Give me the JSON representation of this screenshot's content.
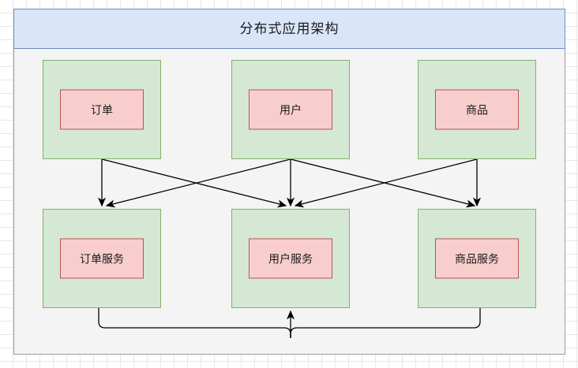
{
  "diagram": {
    "title": "分布式应用架构",
    "colors": {
      "title_fill": "#d9e6fa",
      "title_stroke": "#6c8ebf",
      "container_fill": "#f4f4f4",
      "container_stroke": "#9a9a9a",
      "group_fill": "#d5e8d4",
      "group_stroke": "#82b366",
      "node_fill": "#f8cecc",
      "node_stroke": "#b85450",
      "edge_stroke": "#000000",
      "grid_line": "#e8e8e8"
    },
    "top_row": [
      {
        "group_name": "group-order",
        "label": "订单"
      },
      {
        "group_name": "group-user",
        "label": "用户"
      },
      {
        "group_name": "group-product",
        "label": "商品"
      }
    ],
    "bottom_row": [
      {
        "group_name": "group-order-service",
        "label": "订单服务"
      },
      {
        "group_name": "group-user-service",
        "label": "用户服务"
      },
      {
        "group_name": "group-product-service",
        "label": "商品服务"
      }
    ],
    "edges": [
      {
        "from": "订单",
        "to": "订单服务"
      },
      {
        "from": "订单",
        "to": "用户服务"
      },
      {
        "from": "用户",
        "to": "订单服务"
      },
      {
        "from": "用户",
        "to": "用户服务"
      },
      {
        "from": "用户",
        "to": "商品服务"
      },
      {
        "from": "商品",
        "to": "用户服务"
      },
      {
        "from": "商品",
        "to": "商品服务"
      },
      {
        "from": "订单服务",
        "to": "用户服务"
      },
      {
        "from": "商品服务",
        "to": "用户服务"
      }
    ]
  }
}
